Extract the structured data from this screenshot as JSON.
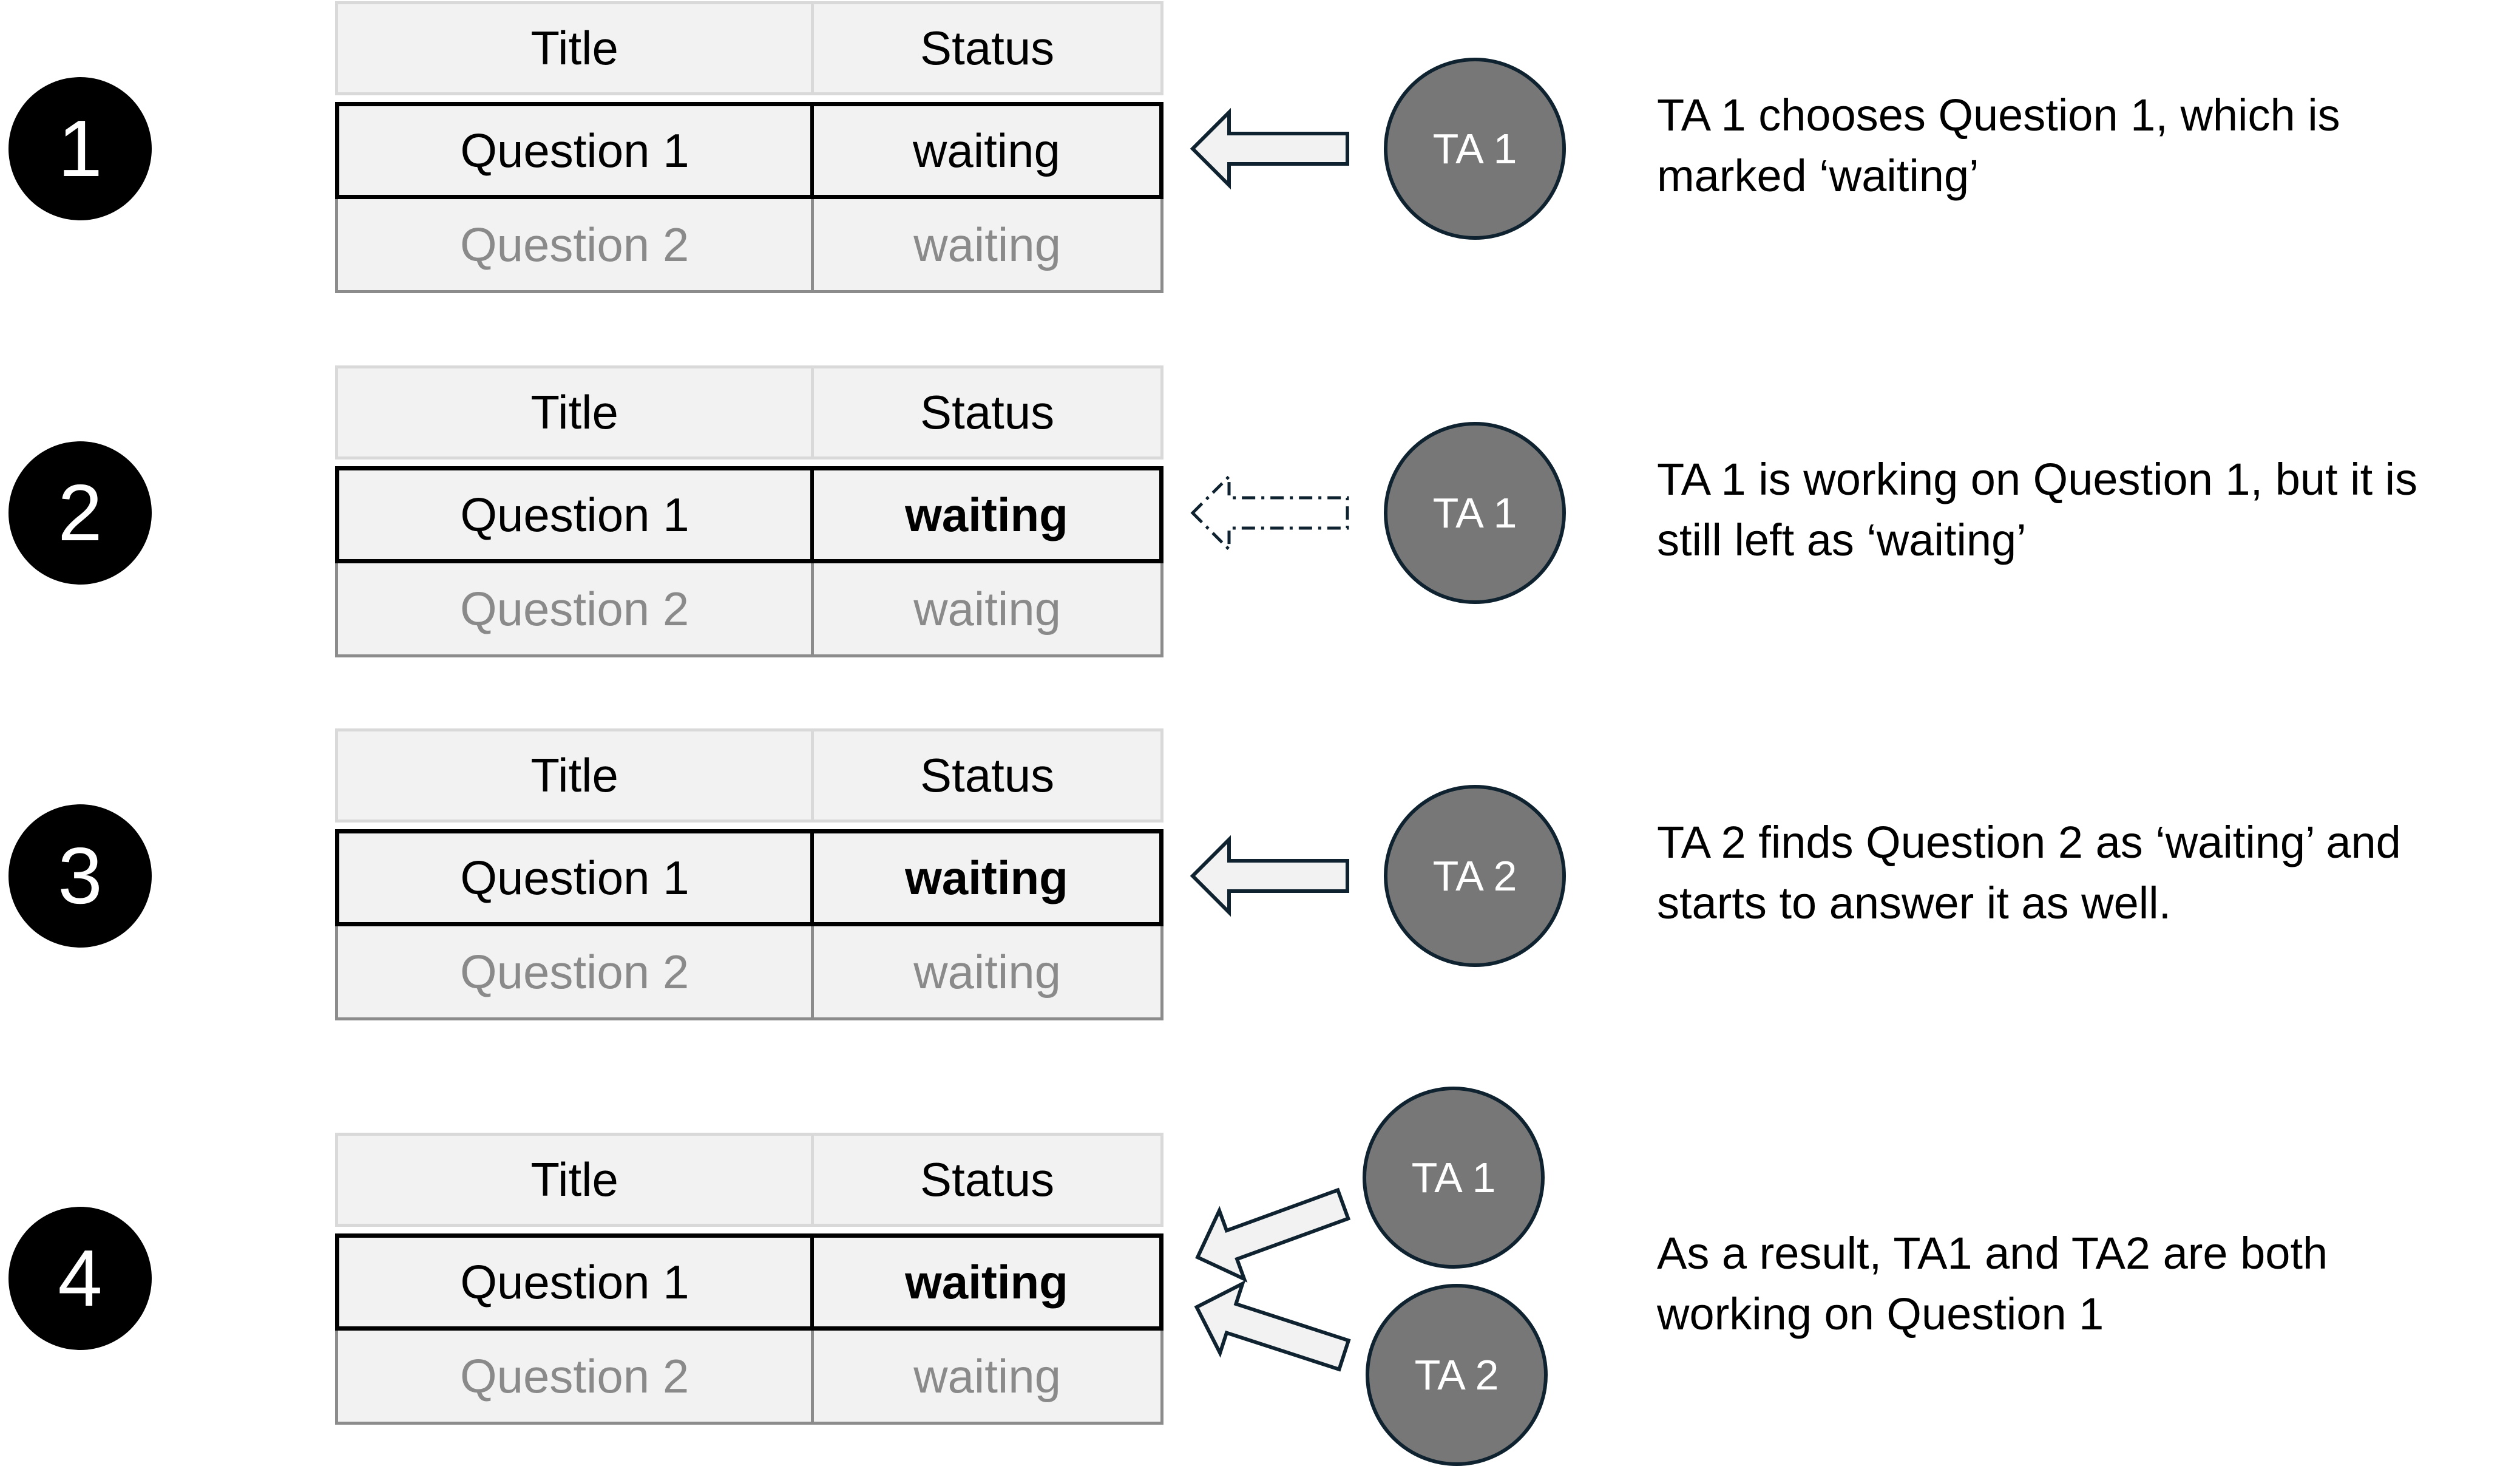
{
  "steps": [
    {
      "number": "1",
      "table": {
        "headers": [
          "Title",
          "Status"
        ],
        "rows": [
          {
            "title": "Question 1",
            "status": "waiting"
          },
          {
            "title": "Question 2",
            "status": "waiting"
          }
        ]
      },
      "agents": [
        "TA 1"
      ],
      "description": "TA 1 chooses Question 1, which is marked ‘waiting’"
    },
    {
      "number": "2",
      "table": {
        "headers": [
          "Title",
          "Status"
        ],
        "rows": [
          {
            "title": "Question 1",
            "status": "waiting"
          },
          {
            "title": "Question 2",
            "status": "waiting"
          }
        ]
      },
      "agents": [
        "TA 1"
      ],
      "description": "TA 1 is working on Question 1, but it is still left as ‘waiting’"
    },
    {
      "number": "3",
      "table": {
        "headers": [
          "Title",
          "Status"
        ],
        "rows": [
          {
            "title": "Question 1",
            "status": "waiting"
          },
          {
            "title": "Question 2",
            "status": "waiting"
          }
        ]
      },
      "agents": [
        "TA 2"
      ],
      "description": "TA 2 finds Question 2 as ‘waiting’ and starts to answer it as well."
    },
    {
      "number": "4",
      "table": {
        "headers": [
          "Title",
          "Status"
        ],
        "rows": [
          {
            "title": "Question 1",
            "status": "waiting"
          },
          {
            "title": "Question 2",
            "status": "waiting"
          }
        ]
      },
      "agents": [
        "TA 1",
        "TA 2"
      ],
      "description": "As a result, TA1 and TA2 are both working on Question 1"
    }
  ],
  "colors": {
    "badge": "#000000",
    "agent_fill": "#777777",
    "agent_border": "#0f2230",
    "cell_fill": "#f2f2f2",
    "dim_text": "#8a8a8a"
  }
}
